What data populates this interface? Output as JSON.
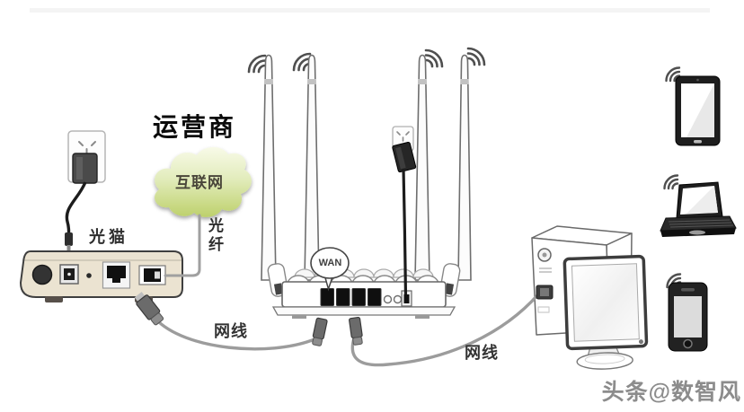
{
  "labels": {
    "isp": "运营商",
    "internet": "互联网",
    "modem": "光猫",
    "fiber": "光纤",
    "wan": "WAN",
    "cable1": "网线",
    "cable2": "网线",
    "watermark": "头条@数智风"
  },
  "colors": {
    "cloud_top": "#f5f7e2",
    "cloud_bottom": "#bdd06b",
    "modem_body": "#ebe3d1",
    "cable_gray": "#9c9c9c",
    "cable_black": "#1c1c1c",
    "outline_gray": "#6a6a6a",
    "label_dark": "#2e2e2e",
    "watermark_gray": "#8c8c8c"
  }
}
